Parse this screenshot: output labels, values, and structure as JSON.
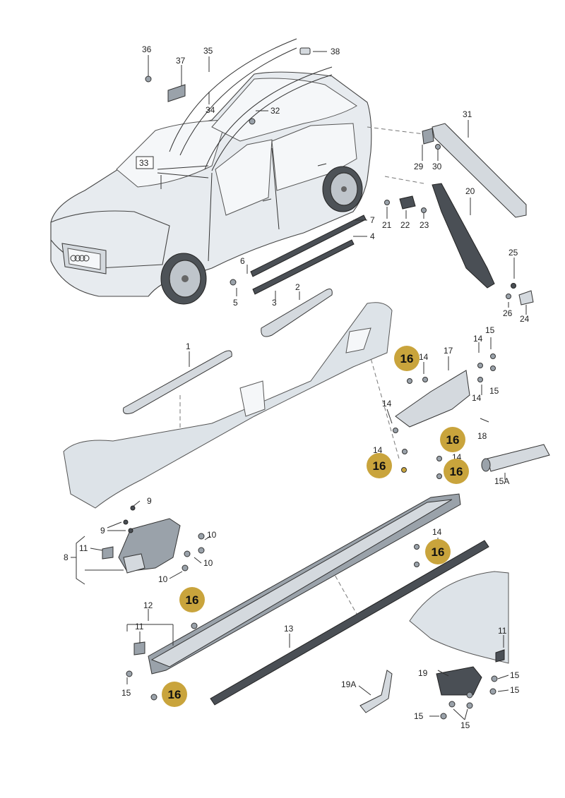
{
  "parts": {
    "p1": "1",
    "p2": "2",
    "p3": "3",
    "p4": "4",
    "p5": "5",
    "p6": "6",
    "p7": "7",
    "p8": "8",
    "p9a": "9",
    "p9b": "9",
    "p10a": "10",
    "p10b": "10",
    "p10c": "10",
    "p11a": "11",
    "p11b": "11",
    "p11c": "11",
    "p12": "12",
    "p13": "13",
    "p14a": "14",
    "p14b": "14",
    "p14c": "14",
    "p14d": "14",
    "p14e": "14",
    "p14f": "14",
    "p14g": "14",
    "p15a": "15",
    "p15b": "15",
    "p15c": "15",
    "p15d": "15",
    "p15e": "15",
    "p15f": "15",
    "p15g": "15",
    "p15A": "15A",
    "p17": "17",
    "p18": "18",
    "p19": "19",
    "p19A": "19A",
    "p20": "20",
    "p21": "21",
    "p22": "22",
    "p23": "23",
    "p24": "24",
    "p25": "25",
    "p26": "26",
    "p29": "29",
    "p30": "30",
    "p31": "31",
    "p32": "32",
    "p33": "33",
    "p34": "34",
    "p35": "35",
    "p36": "36",
    "p37": "37",
    "p38": "38"
  },
  "callouts": {
    "c1": "16",
    "c2": "16",
    "c3": "16",
    "c4": "16",
    "c5": "16",
    "c6": "16",
    "c7": "16"
  },
  "colors": {
    "callout": "#c9a43c"
  }
}
